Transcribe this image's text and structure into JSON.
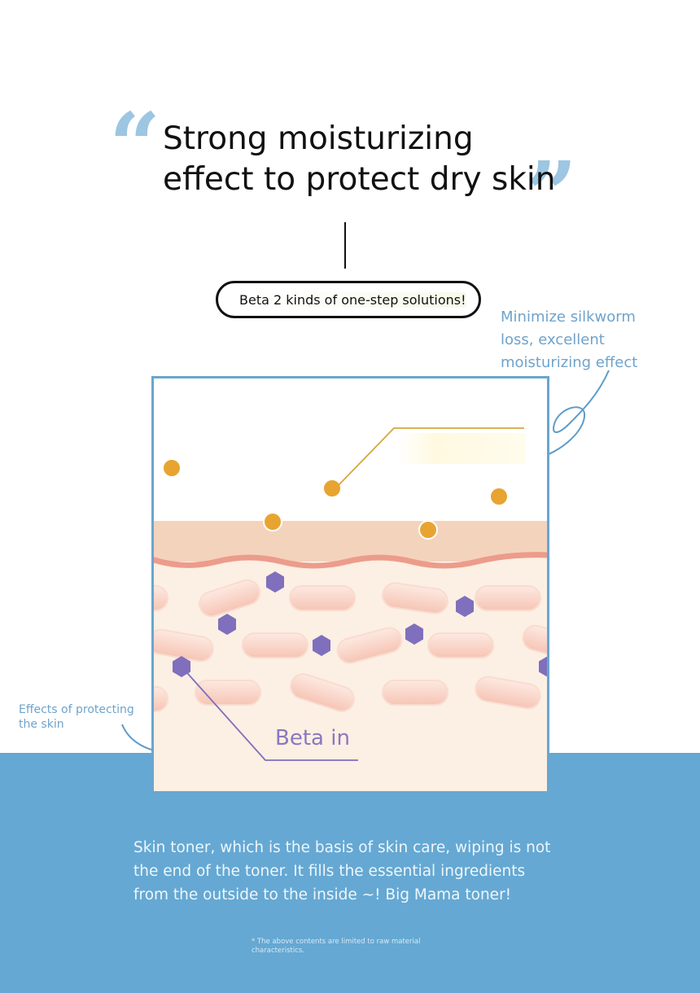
{
  "headline": {
    "line1": "Strong moisturizing",
    "line2": "effect to protect dry skin"
  },
  "pill": {
    "label": "Beta 2 kinds of one-step solutions!"
  },
  "notes": {
    "right_lines": [
      "Minimize silkworm",
      "loss, excellent",
      "moisturizing effect"
    ],
    "left_lines": [
      "Effects of protecting",
      "the skin"
    ]
  },
  "diagram": {
    "label": "Beta in"
  },
  "body": {
    "lines": [
      "Skin toner, which is the basis of skin care, wiping is not",
      "the end of the toner. It fills the essential ingredients",
      "from the outside to the inside ~! Big Mama toner!"
    ]
  },
  "footnote": {
    "lines": [
      "* The above contents are limited to raw material",
      "characteristics."
    ]
  },
  "colors": {
    "blue_band": "#65a8d3",
    "quote_marks": "#9cc6e2",
    "dot_orange": "#e8a431",
    "hexagon_purple": "#7f6fbd",
    "skin_surface": "#f4d3bd",
    "skin_inner": "#fcefe3"
  },
  "icons": {
    "open_quote": "open-quote-icon",
    "close_quote": "close-quote-icon"
  }
}
